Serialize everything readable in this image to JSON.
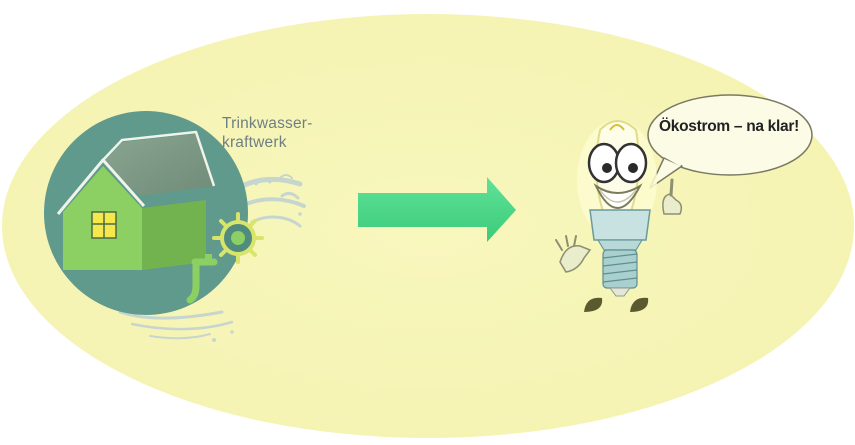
{
  "colors": {
    "background": "#ffffff",
    "ellipse": "#f7f6ba",
    "circle": "#5f9a8c",
    "house_wall": "#8ccf62",
    "roof": "#7f9a86",
    "arrow": "#4fd98b",
    "label_text": "#6d7f82"
  },
  "left": {
    "label_line1": "Trinkwasser-",
    "label_line2": "kraftwerk",
    "icons": [
      "house-icon",
      "water-wheel-icon",
      "faucet-icon",
      "water-splash-icon"
    ]
  },
  "arrow": {
    "icon": "right-arrow-icon"
  },
  "right": {
    "speech": "Ökostrom – na klar!",
    "icons": [
      "lightbulb-mascot-icon",
      "speech-bubble-icon"
    ]
  }
}
